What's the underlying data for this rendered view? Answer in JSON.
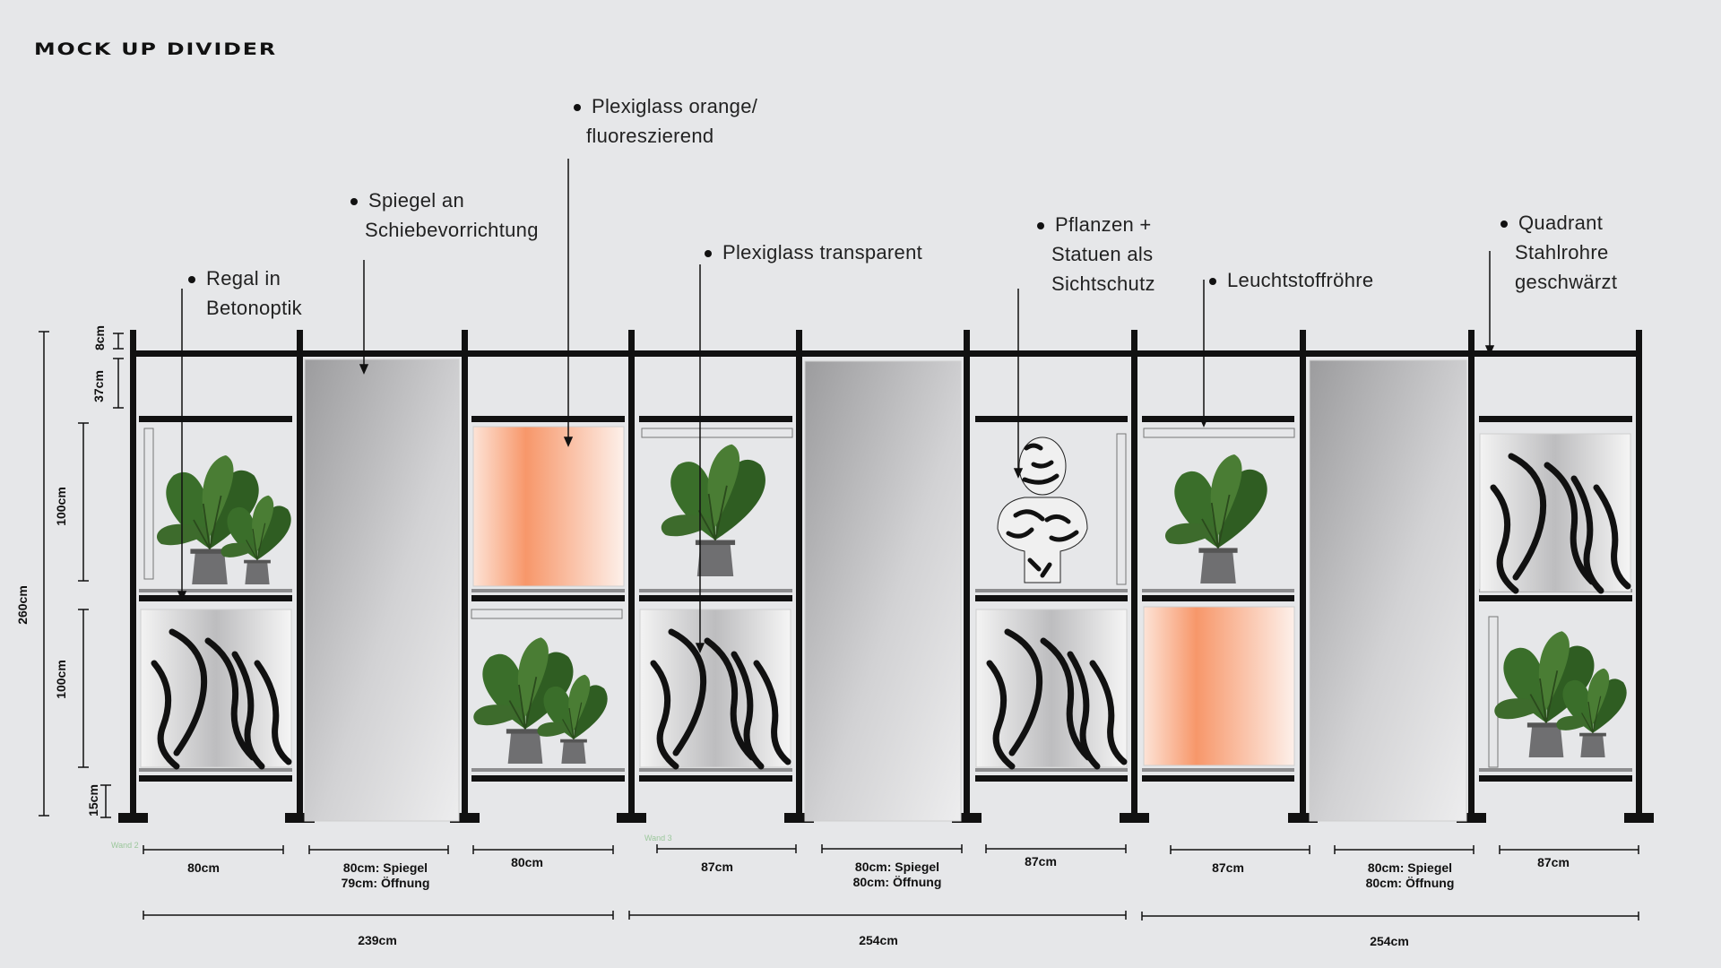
{
  "title": "MOCK UP DIVIDER",
  "annotations": [
    {
      "line1": "Regal in",
      "line2": "Betonoptik"
    },
    {
      "line1": "Spiegel an",
      "line2": "Schiebevorrichtung"
    },
    {
      "line1": "Plexiglass orange/",
      "line2": "fluoreszierend"
    },
    {
      "line1": "Plexiglass transparent",
      "line2": ""
    },
    {
      "line1": "Pflanzen +",
      "line2": "Statuen als",
      "line3": "Sichtschutz"
    },
    {
      "line1": "Leuchtstoffröhre",
      "line2": ""
    },
    {
      "line1": "Quadrant",
      "line2": "Stahlrohre",
      "line3": "geschwärzt"
    }
  ],
  "vertical_dims": {
    "total": "260cm",
    "top": "8cm",
    "upper_gap": "37cm",
    "shelf_upper": "100cm",
    "shelf_lower": "100cm",
    "bottom": "15cm"
  },
  "wall_labels": [
    "Wand 2",
    "Wand 3"
  ],
  "module_dims": [
    {
      "line1": "80cm",
      "line2": ""
    },
    {
      "line1": "80cm: Spiegel",
      "line2": "79cm: Öffnung"
    },
    {
      "line1": "80cm",
      "line2": ""
    },
    {
      "line1": "87cm",
      "line2": ""
    },
    {
      "line1": "80cm: Spiegel",
      "line2": "80cm: Öffnung"
    },
    {
      "line1": "87cm",
      "line2": ""
    },
    {
      "line1": "87cm",
      "line2": ""
    },
    {
      "line1": "80cm: Spiegel",
      "line2": "80cm: Öffnung"
    },
    {
      "line1": "87cm",
      "line2": ""
    }
  ],
  "group_dims": [
    "239cm",
    "254cm",
    "254cm"
  ],
  "colors": {
    "background": "#e6e7e9",
    "steel": "#111111",
    "orange": "#f7976a",
    "mirror": "#a9a9ab",
    "plant": "#3a6e2a"
  }
}
